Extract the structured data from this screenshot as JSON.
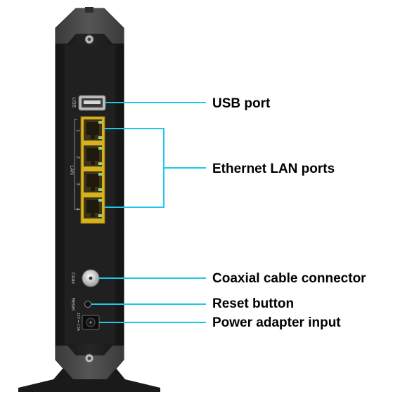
{
  "device": {
    "labels": {
      "usb": "USB",
      "lan": "LAN",
      "port_1": "1",
      "port_2": "2",
      "port_3": "3",
      "port_4": "4",
      "coax": "Coax",
      "reset": "Reset",
      "power": "12V ⎓ 1.5A"
    }
  },
  "callouts": {
    "usb_port": "USB port",
    "ethernet_lan_ports": "Ethernet LAN ports",
    "coaxial_cable_connector": "Coaxial cable connector",
    "reset_button": "Reset button",
    "power_adapter_input": "Power adapter input"
  },
  "colors": {
    "leader_line": "#1ec8e8",
    "device_body": "#1c1c1c",
    "lan_port_housing": "#d8b21e"
  }
}
